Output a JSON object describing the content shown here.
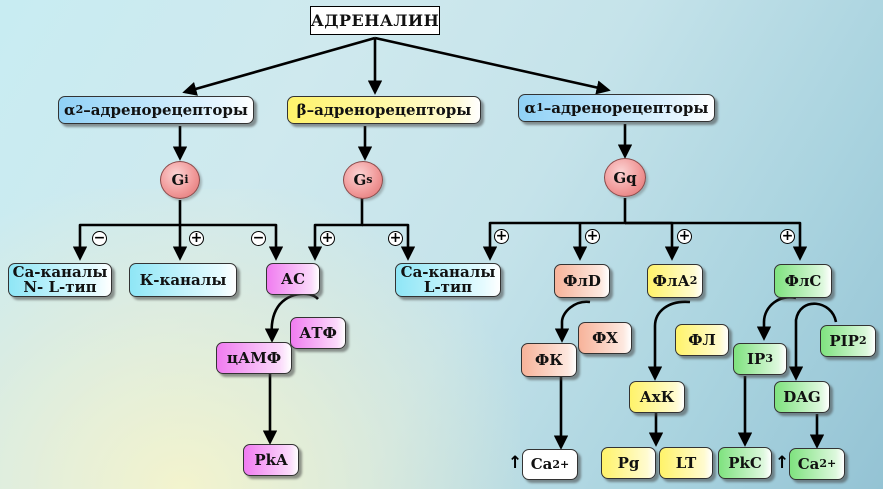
{
  "title": "АДРЕНАЛИН",
  "receptors": {
    "alpha2": {
      "greek": "α",
      "sub": "2",
      "label": "–адренорецепторы"
    },
    "beta": {
      "greek": "β",
      "label": "–адренорецепторы"
    },
    "alpha1": {
      "greek": "α",
      "sub": "1",
      "label": "–адренорецепторы"
    }
  },
  "gproteins": {
    "gi": {
      "main": "G",
      "sub": "i"
    },
    "gs": {
      "main": "G",
      "sub": "s"
    },
    "gq": {
      "main": "Gq"
    }
  },
  "signs": {
    "minus": "−",
    "plus": "+"
  },
  "alpha2_branch": {
    "ca_channels_line1": "Са-каналы",
    "ca_channels_line2": "N- L-тип",
    "k_channels": "К-каналы",
    "ac": "АС",
    "atp": "АТФ",
    "camp": "цАМФ",
    "pka": "PkA"
  },
  "beta_branch": {
    "ca_channels_line1": "Са-каналы",
    "ca_channels_line2": "L-тип"
  },
  "alpha1_branch": {
    "pld": "ФлD",
    "fx": "ФХ",
    "fk": "ФК",
    "ca": "Ca",
    "ca_sup": "2+",
    "pla_main": "ФлА",
    "pla_sub": "2",
    "fl": "ФЛ",
    "axk": "АхК",
    "pg": "Pg",
    "lt": "LT",
    "plc": "ФлС",
    "pip_main": "PIP",
    "pip_sub": "2",
    "ip_main": "IP",
    "ip_sub": "3",
    "dag": "DAG",
    "pkc": "PkC"
  },
  "up_arrow": "↑",
  "colors": {
    "cyan": "#8fe6f6",
    "blue": "#8fd1f6",
    "yellow": "#fff36a",
    "magenta": "#f07cf0",
    "salmon": "#f7b39a",
    "green": "#7fe27f",
    "gprotein": "#f19a9a"
  }
}
